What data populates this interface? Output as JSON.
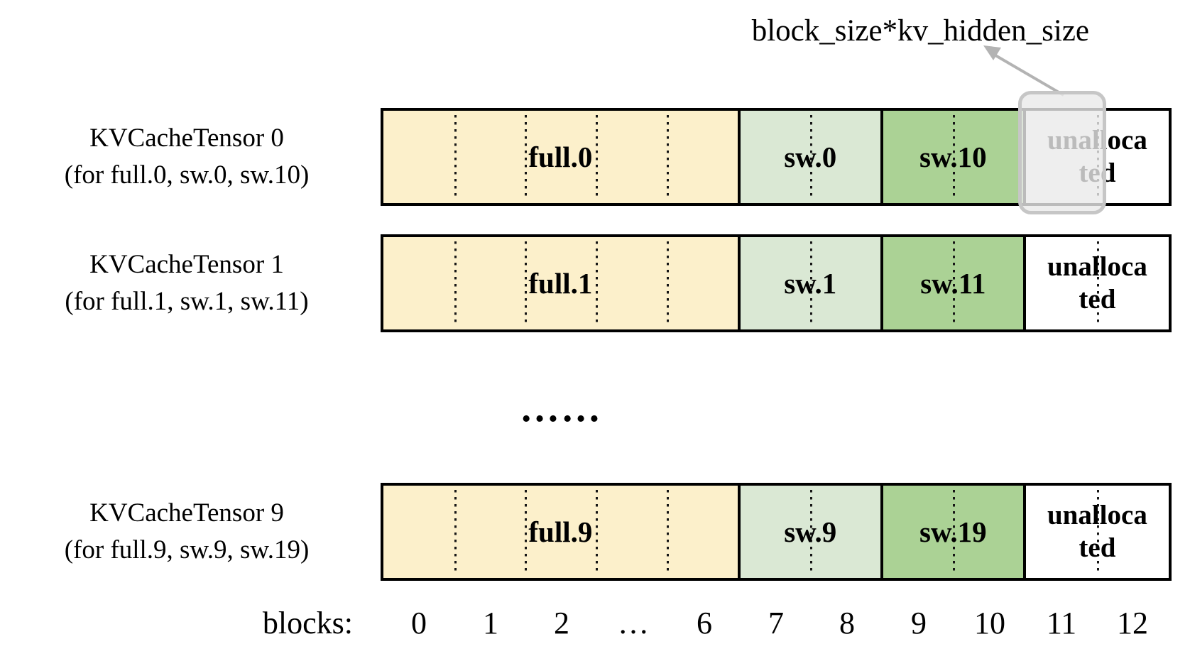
{
  "annotation": {
    "label": "block_size*kv_hidden_size"
  },
  "rows": [
    {
      "title": "KVCacheTensor 0",
      "subtitle": "(for full.0, sw.0, sw.10)",
      "full_label": "full.0",
      "sw_low_label": "sw.0",
      "sw_high_label": "sw.10",
      "unallocated_label": "unallocated",
      "highlighted": true
    },
    {
      "title": "KVCacheTensor 1",
      "subtitle": "(for full.1, sw.1, sw.11)",
      "full_label": "full.1",
      "sw_low_label": "sw.1",
      "sw_high_label": "sw.11",
      "unallocated_label": "unallocated",
      "highlighted": false
    },
    {
      "title": "KVCacheTensor 9",
      "subtitle": "(for full.9, sw.9, sw.19)",
      "full_label": "full.9",
      "sw_low_label": "sw.9",
      "sw_high_label": "sw.19",
      "unallocated_label": "unallocated",
      "highlighted": false
    }
  ],
  "ellipsis": "……",
  "axis": {
    "label": "blocks:",
    "ticks": [
      "0",
      "1",
      "2",
      "…",
      "6",
      "7",
      "8",
      "9",
      "10",
      "11",
      "12"
    ]
  },
  "colors": {
    "block_full": "#FCF0CB",
    "block_sw_early": "#DAE8D4",
    "block_sw_late": "#ABD295",
    "block_unallocated": "#FFFFFF",
    "bar_border": "#000000",
    "highlight_border": "#C6C6C6",
    "highlight_fill": "#EAEAEA",
    "arrow": "#B3B3B3"
  }
}
